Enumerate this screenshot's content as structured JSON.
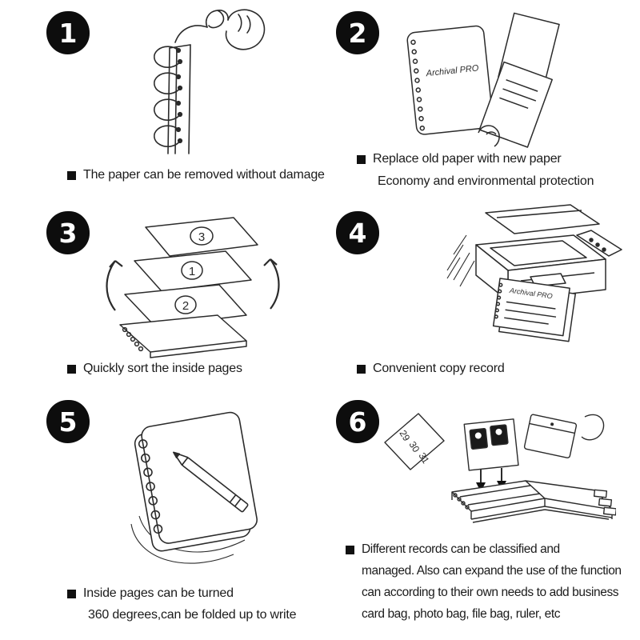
{
  "colors": {
    "background": "#ffffff",
    "ink": "#2b2b2b",
    "badge": "#0d0d0d"
  },
  "steps": [
    {
      "number": "1",
      "caption_lines": [
        "The paper can be removed without damage"
      ]
    },
    {
      "number": "2",
      "caption_lines": [
        "Replace old paper with new paper",
        "Economy and environmental protection"
      ]
    },
    {
      "number": "3",
      "caption_lines": [
        "Quickly sort the inside pages"
      ]
    },
    {
      "number": "4",
      "caption_lines": [
        "Convenient copy record"
      ]
    },
    {
      "number": "5",
      "caption_lines": [
        "Inside pages can be turned",
        "360 degrees,can be folded up to write"
      ]
    },
    {
      "number": "6",
      "caption_lines": [
        "Different records can be classified and",
        "managed. Also can expand the use of the function",
        "can according to their own needs to add business",
        "card bag, photo bag, file bag, ruler, etc"
      ]
    }
  ],
  "illustrations": {
    "cover_label": "Archival PRO",
    "copier_label": "Archival PRO",
    "sort_page_numbers": [
      "3",
      "1",
      "2"
    ],
    "calendar_numbers": [
      "29",
      "30",
      "31"
    ]
  }
}
